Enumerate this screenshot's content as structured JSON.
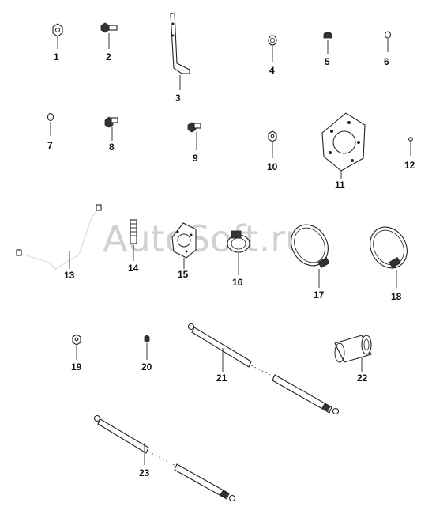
{
  "watermark": "AutoSoft.ru",
  "callouts": [
    "1",
    "2",
    "3",
    "4",
    "5",
    "6",
    "7",
    "8",
    "9",
    "10",
    "11",
    "12",
    "13",
    "14",
    "15",
    "16",
    "17",
    "18",
    "19",
    "20",
    "21",
    "22",
    "23"
  ]
}
